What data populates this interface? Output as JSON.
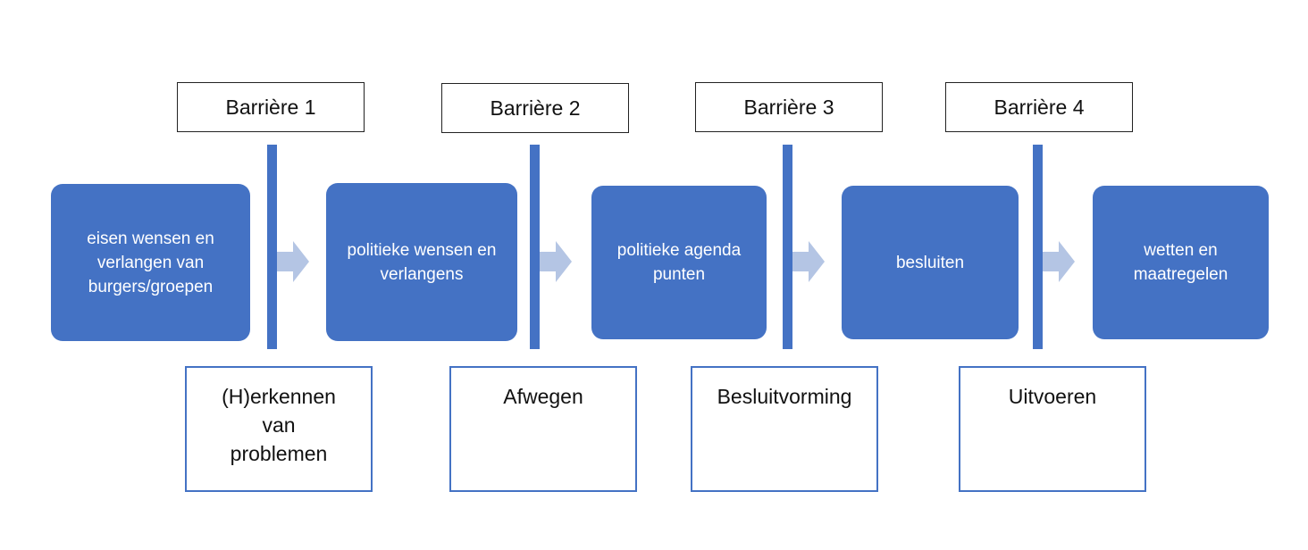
{
  "barriers": [
    {
      "label": "Barrière 1"
    },
    {
      "label": "Barrière 2"
    },
    {
      "label": "Barrière 3"
    },
    {
      "label": "Barrière 4"
    }
  ],
  "stages": [
    {
      "text": "eisen wensen en verlangen van burgers/groepen"
    },
    {
      "text": "politieke wensen en verlangens"
    },
    {
      "text": "politieke agenda punten"
    },
    {
      "text": "besluiten"
    },
    {
      "text": "wetten en maatregelen"
    }
  ],
  "phases": [
    {
      "text": "(H)erkennen van problemen"
    },
    {
      "text": "Afwegen"
    },
    {
      "text": "Besluitvorming"
    },
    {
      "text": "Uitvoeren"
    }
  ],
  "colors": {
    "stage_fill": "#4472C4",
    "arrow_fill": "#B4C5E4",
    "phase_border": "#4472C4"
  }
}
